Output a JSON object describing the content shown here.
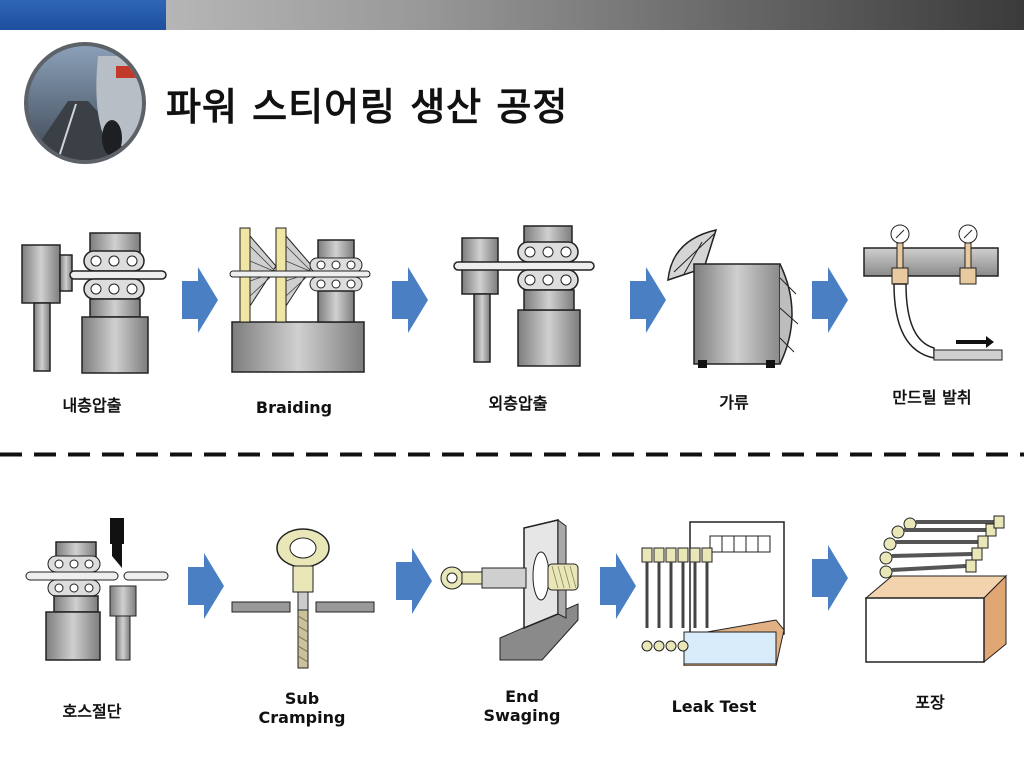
{
  "title": "파워 스티어링 생산 공정",
  "top_row": [
    {
      "label": "내층압출"
    },
    {
      "label": "Braiding"
    },
    {
      "label": "외층압출"
    },
    {
      "label": "가류"
    },
    {
      "label": "만드릴 발취"
    }
  ],
  "bottom_row": [
    {
      "label": "호스절단"
    },
    {
      "label": "Sub\nCramping"
    },
    {
      "label": "End\nSwaging"
    },
    {
      "label": "Leak Test"
    },
    {
      "label": "포장"
    }
  ],
  "colors": {
    "arrow": "#4a7fc4",
    "machine": "#a8a8a8",
    "accent_blue": "#1c4f9e"
  }
}
